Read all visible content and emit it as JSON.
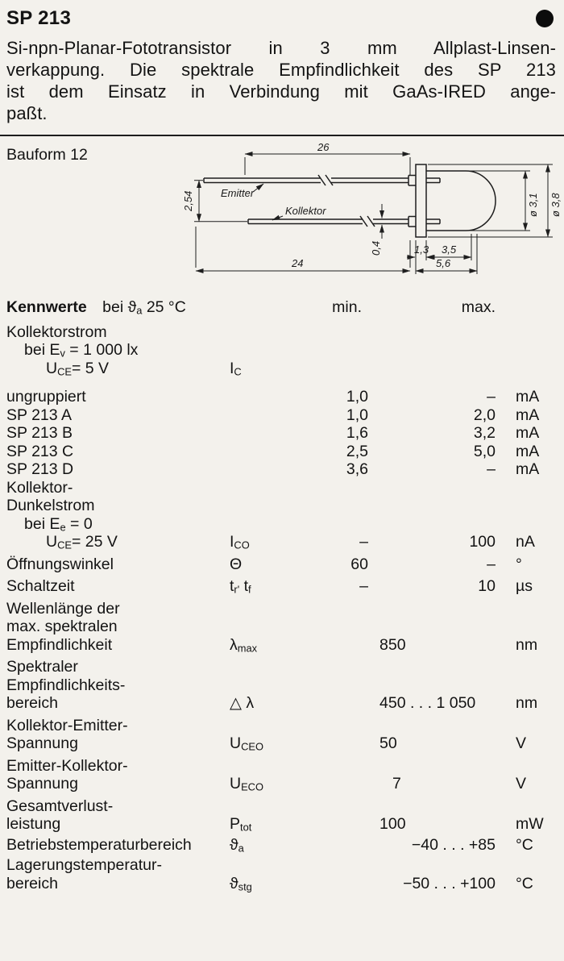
{
  "page": {
    "part_number": "SP 213",
    "description_lines": [
      "Si-npn-Planar-Fototransistor in 3 mm Allplast-Linsen-",
      "verkappung. Die spektrale Empfindlichkeit des SP 213",
      "ist dem Einsatz in Verbindung mit GaAs-IRED ange-",
      "paßt."
    ]
  },
  "drawing": {
    "label": "Bauform 12",
    "dims": {
      "length_top": "26",
      "pitch": "2,54",
      "emitter": "Emitter",
      "kollektor": "Kollektor",
      "lead_thickness": "0,4",
      "length_bottom": "24",
      "flange": "1,3",
      "body": "3,5",
      "total": "5,6",
      "dia_lens": "ø 3,1",
      "dia_flange": "ø 3,8"
    }
  },
  "table": {
    "title": "Kennwerte",
    "title_cond": [
      {
        "t": "bei "
      },
      {
        "t": "ϑ"
      },
      {
        "t": "a",
        "sub": true
      },
      {
        "t": " 25 °C"
      }
    ],
    "col_min": "min.",
    "col_max": "max.",
    "kollektorstrom": {
      "label": "Kollektorstrom",
      "cond1": [
        {
          "t": "bei E"
        },
        {
          "t": "v",
          "sub": true
        },
        {
          "t": " = 1 000 lx"
        }
      ],
      "cond2": [
        {
          "t": "U"
        },
        {
          "t": "CE",
          "sub": true
        },
        {
          "t": "= 5 V"
        }
      ],
      "symbol": [
        {
          "t": "I"
        },
        {
          "t": "C",
          "sub": true
        }
      ],
      "groups": [
        {
          "label": "ungruppiert",
          "min": "1,0",
          "max": "–",
          "unit": "mA"
        },
        {
          "label": "SP 213 A",
          "min": "1,0",
          "max": "2,0",
          "unit": "mA"
        },
        {
          "label": "SP 213 B",
          "min": "1,6",
          "max": "3,2",
          "unit": "mA"
        },
        {
          "label": "SP 213 C",
          "min": "2,5",
          "max": "5,0",
          "unit": "mA"
        },
        {
          "label": "SP 213 D",
          "min": "3,6",
          "max": "–",
          "unit": "mA"
        }
      ]
    },
    "dunkelstrom": {
      "label1": "Kollektor-",
      "label2": "Dunkelstrom",
      "cond1": [
        {
          "t": "bei E"
        },
        {
          "t": "e",
          "sub": true
        },
        {
          "t": " = 0"
        }
      ],
      "cond2": [
        {
          "t": "U"
        },
        {
          "t": "CE",
          "sub": true
        },
        {
          "t": "= 25 V"
        }
      ],
      "symbol": [
        {
          "t": "I"
        },
        {
          "t": "CO",
          "sub": true
        }
      ],
      "min": "–",
      "max": "100",
      "unit": "nA"
    },
    "oeffnungswinkel": {
      "label": "Öffnungswinkel",
      "symbol": [
        {
          "t": "Θ"
        }
      ],
      "min": "60",
      "max": "–",
      "unit": "°"
    },
    "schaltzeit": {
      "label": "Schaltzeit",
      "symbol": [
        {
          "t": "t"
        },
        {
          "t": "r'",
          "sub": true
        },
        {
          "t": " t"
        },
        {
          "t": "f",
          "sub": true
        }
      ],
      "min": "–",
      "max": "10",
      "unit": "µs"
    },
    "wellenlaenge": {
      "label1": "Wellenlänge der",
      "label2": "max. spektralen",
      "label3": "Empfindlichkeit",
      "symbol": [
        {
          "t": "λ"
        },
        {
          "t": "max",
          "sub": true
        }
      ],
      "value": "850",
      "unit": "nm"
    },
    "spektral": {
      "label1": "Spektraler",
      "label2": "Empfindlichkeits-",
      "label3": "bereich",
      "symbol": [
        {
          "t": "△ λ"
        }
      ],
      "value": "450 . . . 1 050",
      "unit": "nm"
    },
    "uceo": {
      "label1": "Kollektor-Emitter-",
      "label2": "Spannung",
      "symbol": [
        {
          "t": "U"
        },
        {
          "t": "CEO",
          "sub": true
        }
      ],
      "value": "50",
      "unit": "V"
    },
    "ueco": {
      "label1": "Emitter-Kollektor-",
      "label2": "Spannung",
      "symbol": [
        {
          "t": "U"
        },
        {
          "t": "ECO",
          "sub": true
        }
      ],
      "value": "7",
      "unit": "V"
    },
    "ptot": {
      "label1": "Gesamtverlust-",
      "label2": "leistung",
      "symbol": [
        {
          "t": "P"
        },
        {
          "t": "tot",
          "sub": true
        }
      ],
      "value": "100",
      "unit": "mW"
    },
    "betrieb": {
      "label": "Betriebstemperaturbereich",
      "symbol": [
        {
          "t": "ϑ"
        },
        {
          "t": "a",
          "sub": true
        }
      ],
      "value": "−40 . . . +85",
      "unit": "°C"
    },
    "lagerung": {
      "label1": "Lagerungstemperatur-",
      "label2": "bereich",
      "symbol": [
        {
          "t": "ϑ"
        },
        {
          "t": "stg",
          "sub": true
        }
      ],
      "value": "−50 . . . +100",
      "unit": "°C"
    }
  }
}
